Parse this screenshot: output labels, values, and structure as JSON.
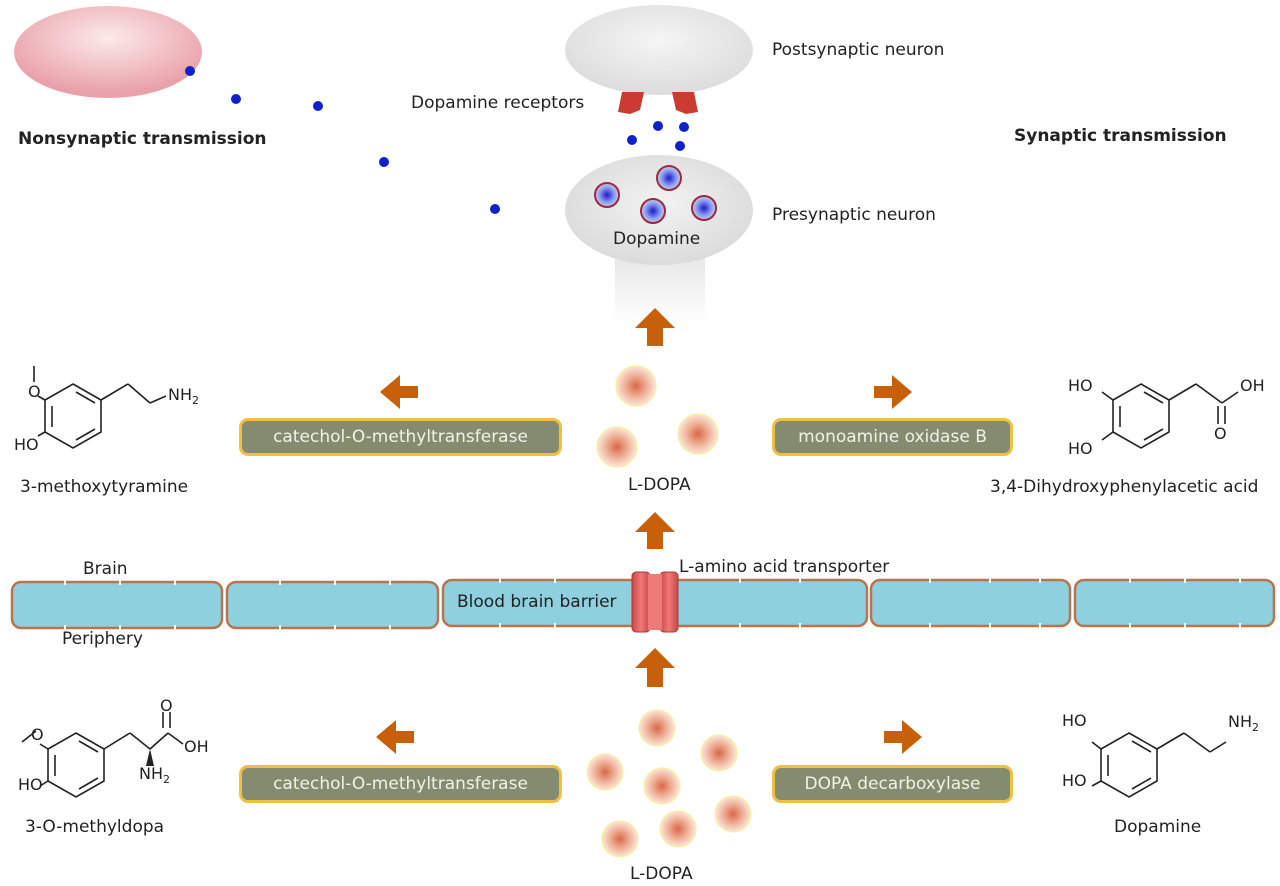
{
  "labels": {
    "nonsynaptic": "Nonsynaptic transmission",
    "synaptic": "Synaptic transmission",
    "postsynaptic": "Postsynaptic neuron",
    "receptors": "Dopamine receptors",
    "presynaptic": "Presynaptic neuron",
    "dopamine_vesicles": "Dopamine",
    "brain": "Brain",
    "periphery": "Periphery",
    "bbb": "Blood brain barrier",
    "transporter": "L-amino acid transporter",
    "ldopa_brain": "L-DOPA",
    "ldopa_periphery": "L-DOPA"
  },
  "enzymes": {
    "comt_brain": "catechol-O-methyltransferase",
    "maob": "monoamine oxidase B",
    "comt_periphery": "catechol-O-methyltransferase",
    "ddc": "DOPA decarboxylase"
  },
  "compounds": {
    "methoxytyramine": {
      "name": "3-methoxytyramine",
      "atom_o": "O",
      "atom_ho": "HO",
      "atom_n": "NH",
      "sub": "2"
    },
    "dopac": {
      "name": "3,4-Dihydroxyphenylacetic acid",
      "atom_ho1": "HO",
      "atom_ho2": "HO",
      "atom_oh": "OH",
      "atom_o": "O"
    },
    "omethyldopa": {
      "name": "3-O-methyldopa",
      "atom_o": "O",
      "atom_oh": "OH",
      "atom_ho": "HO",
      "atom_nh": "NH",
      "sub": "2"
    },
    "dopamine": {
      "name": "Dopamine",
      "atom_ho1": "HO",
      "atom_ho2": "HO",
      "atom_nh": "NH",
      "sub": "2"
    }
  },
  "colors": {
    "arrow": "#c8600a",
    "enzyme_fill": "#848c70",
    "enzyme_border": "#f0c043",
    "barrier_fill": "#8fd0de",
    "barrier_border": "#b8744e",
    "transporter": "#e05a5a",
    "receptor": "#cc3b32",
    "dopamine_dot": "#1020cc"
  }
}
